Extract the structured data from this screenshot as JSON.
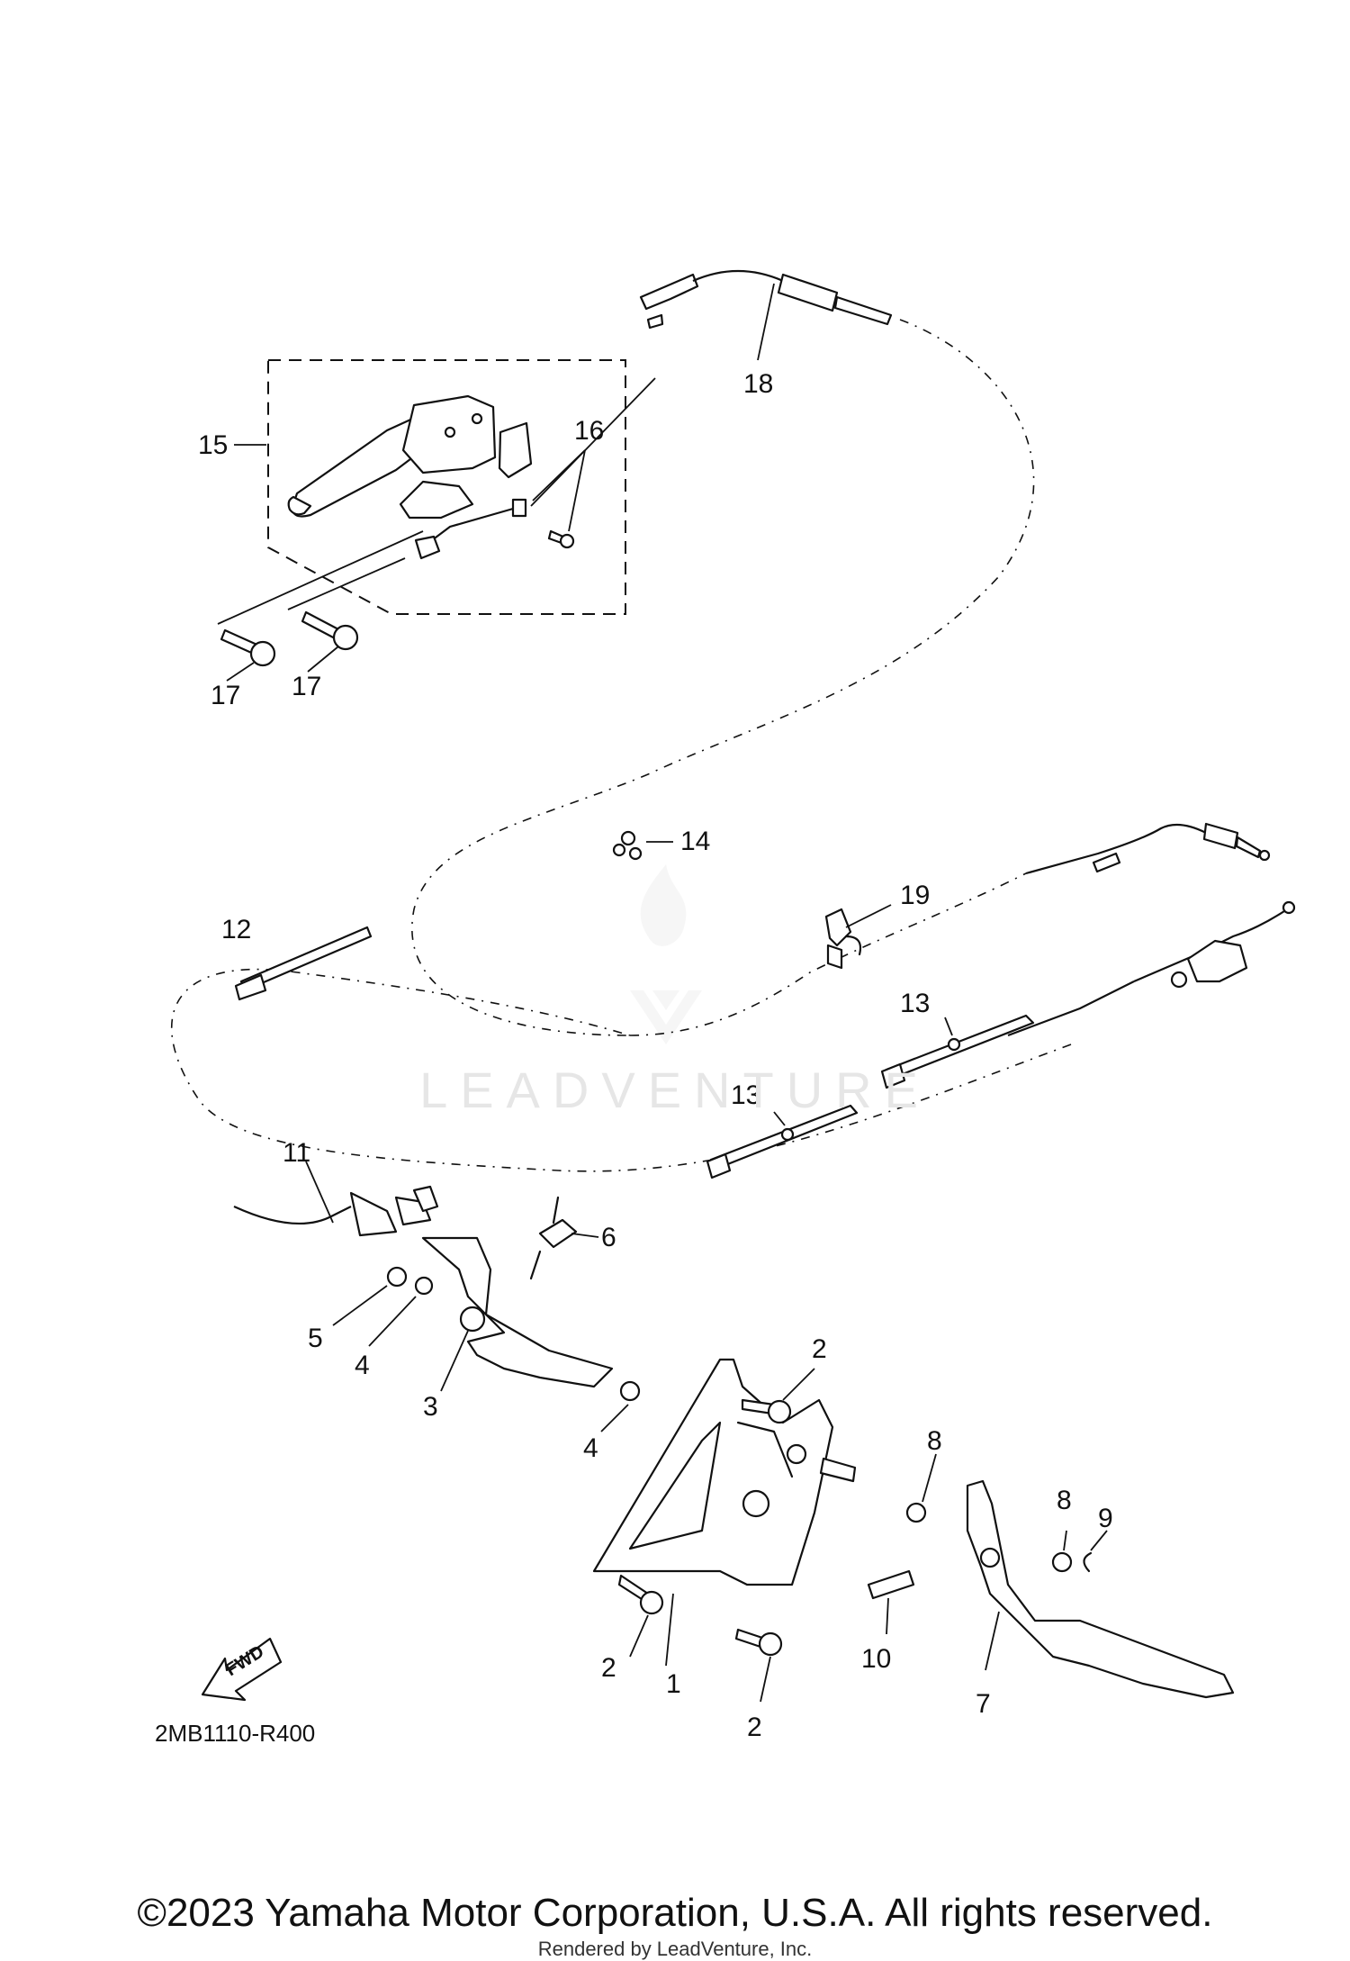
{
  "diagram_code": "2MB1110-R400",
  "fwd_label": "FWD",
  "copyright": "©2023 Yamaha Motor Corporation, U.S.A. All rights reserved.",
  "rendered_by": "Rendered by LeadVenture, Inc.",
  "watermark": {
    "text": "LEADVENTURE"
  },
  "callouts": {
    "c1": "1",
    "c2a": "2",
    "c2b": "2",
    "c2c": "2",
    "c3": "3",
    "c4a": "4",
    "c4b": "4",
    "c5": "5",
    "c6": "6",
    "c7": "7",
    "c8a": "8",
    "c8b": "8",
    "c9": "9",
    "c10": "10",
    "c11": "11",
    "c12": "12",
    "c13a": "13",
    "c13b": "13",
    "c14": "14",
    "c15": "15",
    "c16": "16",
    "c17a": "17",
    "c17b": "17",
    "c18": "18",
    "c19": "19"
  }
}
